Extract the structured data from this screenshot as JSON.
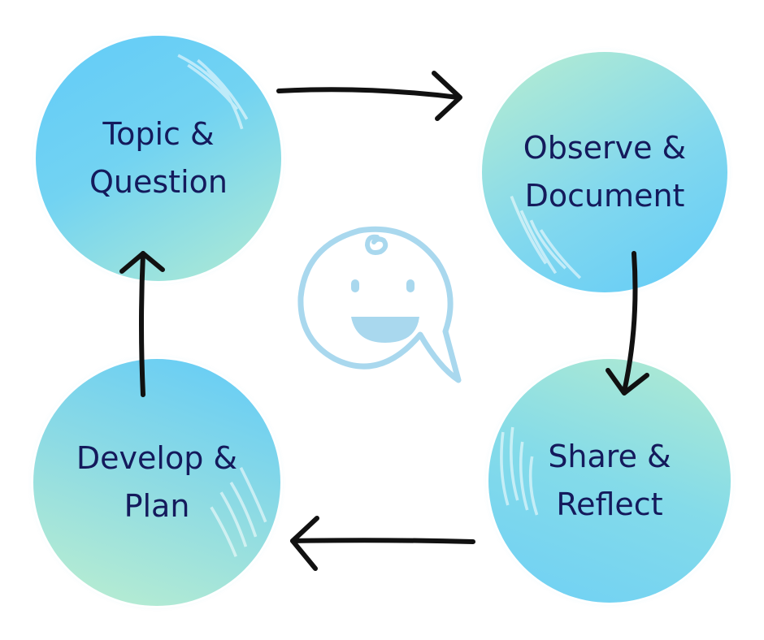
{
  "steps": [
    {
      "id": "topic-question",
      "line1": "Topic &",
      "line2": "Question"
    },
    {
      "id": "observe-document",
      "line1": "Observe &",
      "line2": "Document"
    },
    {
      "id": "share-reflect",
      "line1": "Share &",
      "line2": "Reflect"
    },
    {
      "id": "develop-plan",
      "line1": "Develop &",
      "line2": "Plan"
    }
  ],
  "icons": {
    "center": "baby-face-speech-bubble-icon",
    "arrow": "hand-drawn-arrow-icon"
  },
  "colors": {
    "text": "#141a5c",
    "circle_blue": "#62cbf8",
    "circle_green": "#b8edcf",
    "icon_blue": "#a9d8ee",
    "arrow": "#111111"
  }
}
